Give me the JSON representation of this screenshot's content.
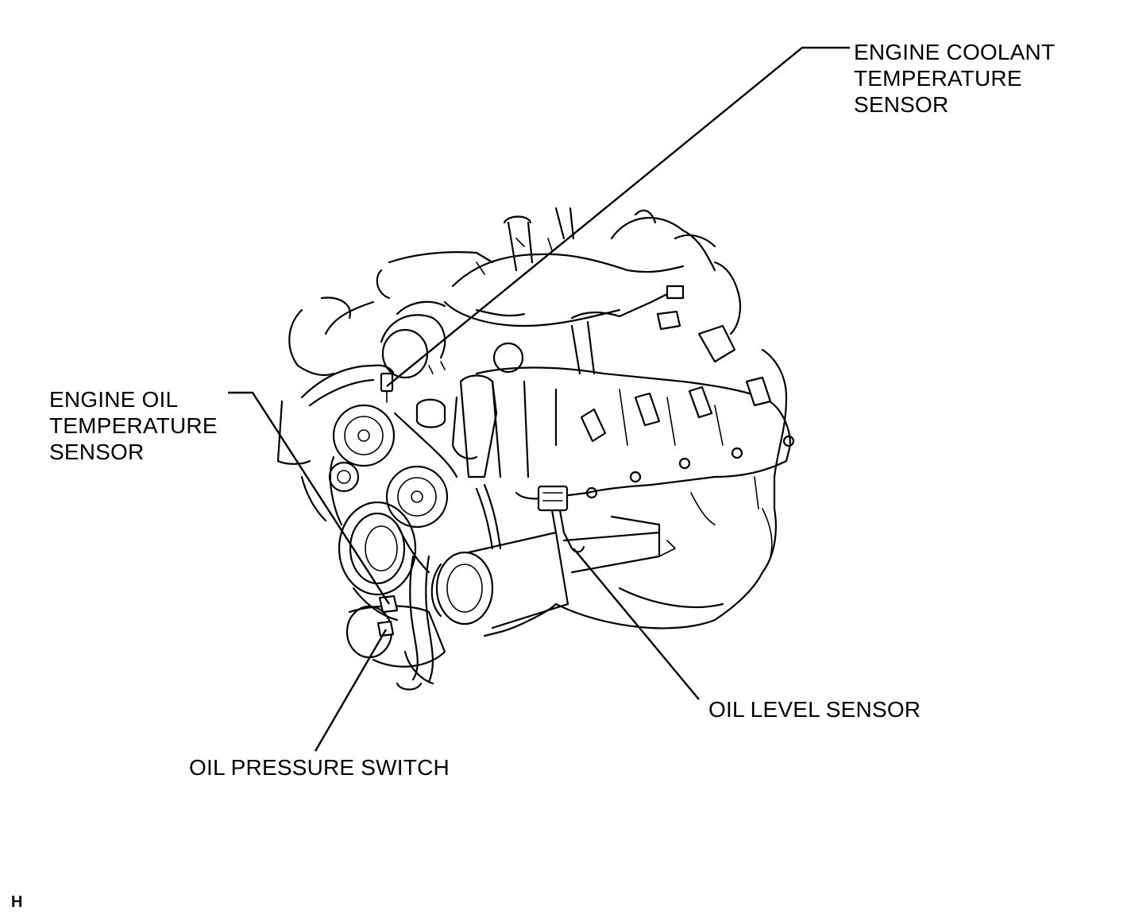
{
  "labels": {
    "engine_coolant_temperature_sensor": [
      "ENGINE COOLANT",
      "TEMPERATURE",
      "SENSOR"
    ],
    "engine_oil_temperature_sensor": [
      "ENGINE OIL",
      "TEMPERATURE",
      "SENSOR"
    ],
    "oil_level_sensor": "OIL LEVEL SENSOR",
    "oil_pressure_switch": "OIL PRESSURE SWITCH"
  },
  "figure_code": "H"
}
